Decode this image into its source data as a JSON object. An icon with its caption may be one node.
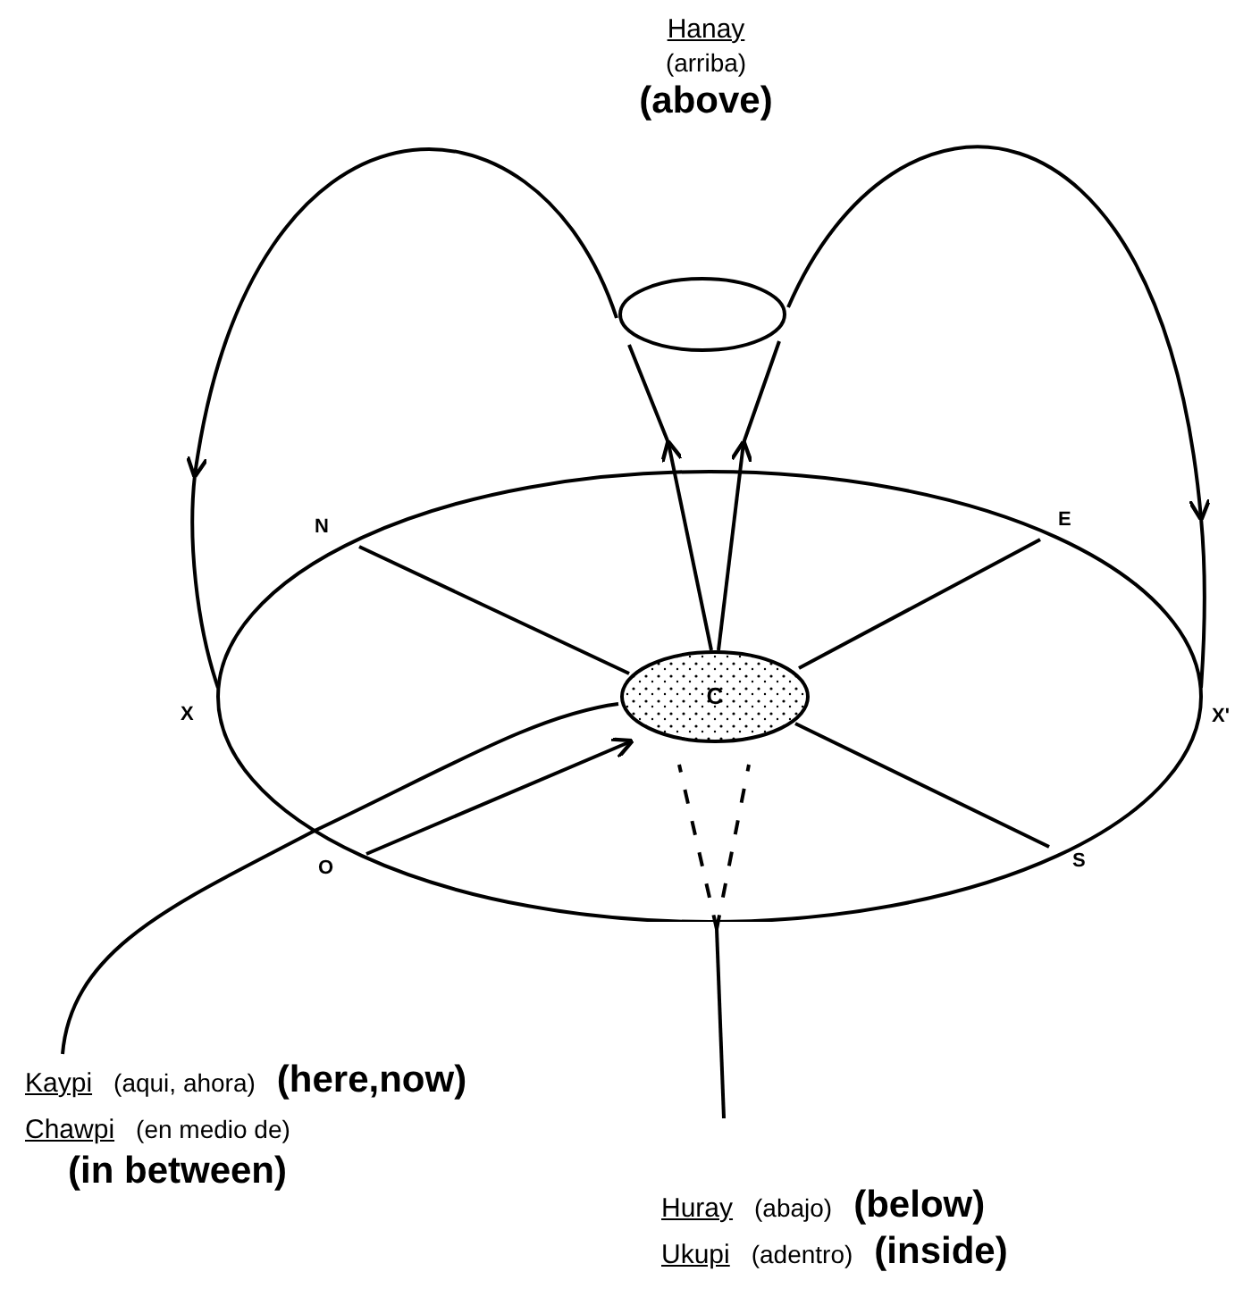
{
  "diagram": {
    "nodes": [
      {
        "text": [
          "Hanay",
          "(arriba)",
          "(above)"
        ]
      },
      {
        "text": [],
        "shape": "cone"
      },
      {
        "text": [
          "C"
        ],
        "in": 3
      },
      {
        "text": [],
        "shape": "ellipse"
      },
      {
        "text": [
          "Kaypi",
          "(aqui, ahora)",
          "(here,now)"
        ]
      },
      {
        "text": [
          "Chawpi",
          "(en medio de)",
          "(in between)"
        ]
      },
      {
        "text": [
          "Huray",
          "(abajo)",
          "(below)"
        ]
      },
      {
        "text": [
          "Ukupi",
          "(adentro)",
          "(inside)"
        ]
      }
    ],
    "edges": [
      {
        "from": 2,
        "to": 1,
        "arrow": "to"
      },
      {
        "from": 2,
        "to": 1,
        "arrow": "to"
      },
      {
        "from": 1,
        "to": 3,
        "arrow": "to"
      },
      {
        "from": 1,
        "to": 3,
        "arrow": "to"
      },
      {
        "from": 3,
        "to": 2,
        "arrow": "to"
      },
      {
        "from": 3,
        "to": 2,
        "arrow": "none"
      },
      {
        "from": 3,
        "to": 2,
        "arrow": "none"
      },
      {
        "from": 3,
        "to": 2,
        "arrow": "none"
      },
      {
        "from": 4,
        "to": 2,
        "arrow": "none"
      },
      {
        "from": null,
        "to": 2,
        "arrow": "none",
        "style": "dashed"
      }
    ],
    "labels": [
      "N",
      "E",
      "X",
      "X'",
      "O",
      "S"
    ]
  }
}
